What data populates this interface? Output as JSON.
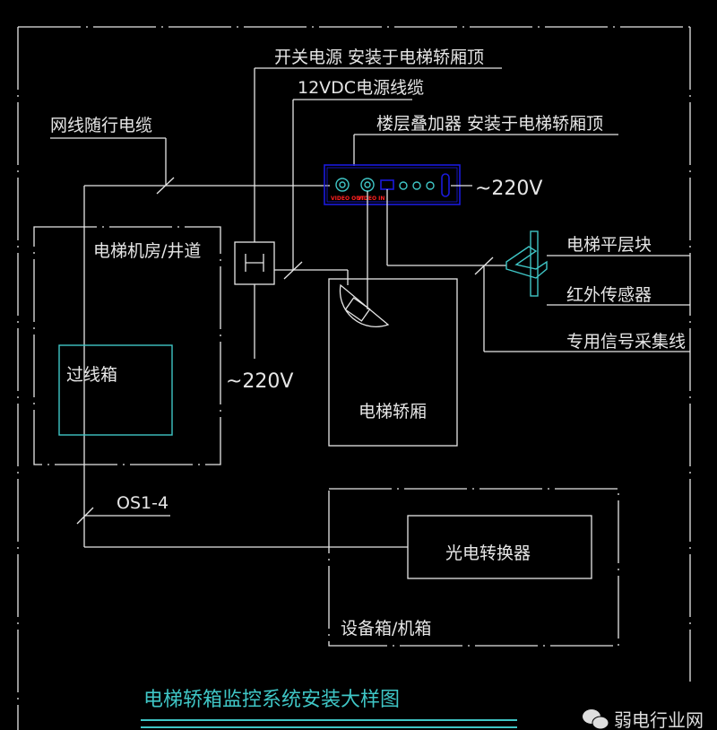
{
  "title": "电梯轿箱监控系统安装大样图",
  "watermark": "弱电行业网",
  "labels": {
    "switch_power": "开关电源 安装于电梯轿厢顶",
    "dc_cable": "12VDC电源线缆",
    "network_cable": "网线随行电缆",
    "floor_overlay": "楼层叠加器 安装于电梯轿厢顶",
    "ac_220_top": "~220V",
    "ac_220_left": "~220V",
    "machine_room": "电梯机房/井道",
    "junction_box": "过线箱",
    "elevator_car": "电梯轿厢",
    "leveling_block": "电梯平层块",
    "ir_sensor": "红外传感器",
    "signal_line": "专用信号采集线",
    "fiber_code": "OS1-4",
    "converter": "光电转换器",
    "equipment_box": "设备箱/机箱",
    "video_out": "VIDEO OUT",
    "video_in": "VIDEO IN"
  },
  "colors": {
    "line": "#e6e6e6",
    "cyan": "#3fc6c6",
    "blue": "#1a1adc",
    "red": "#ff2020"
  }
}
